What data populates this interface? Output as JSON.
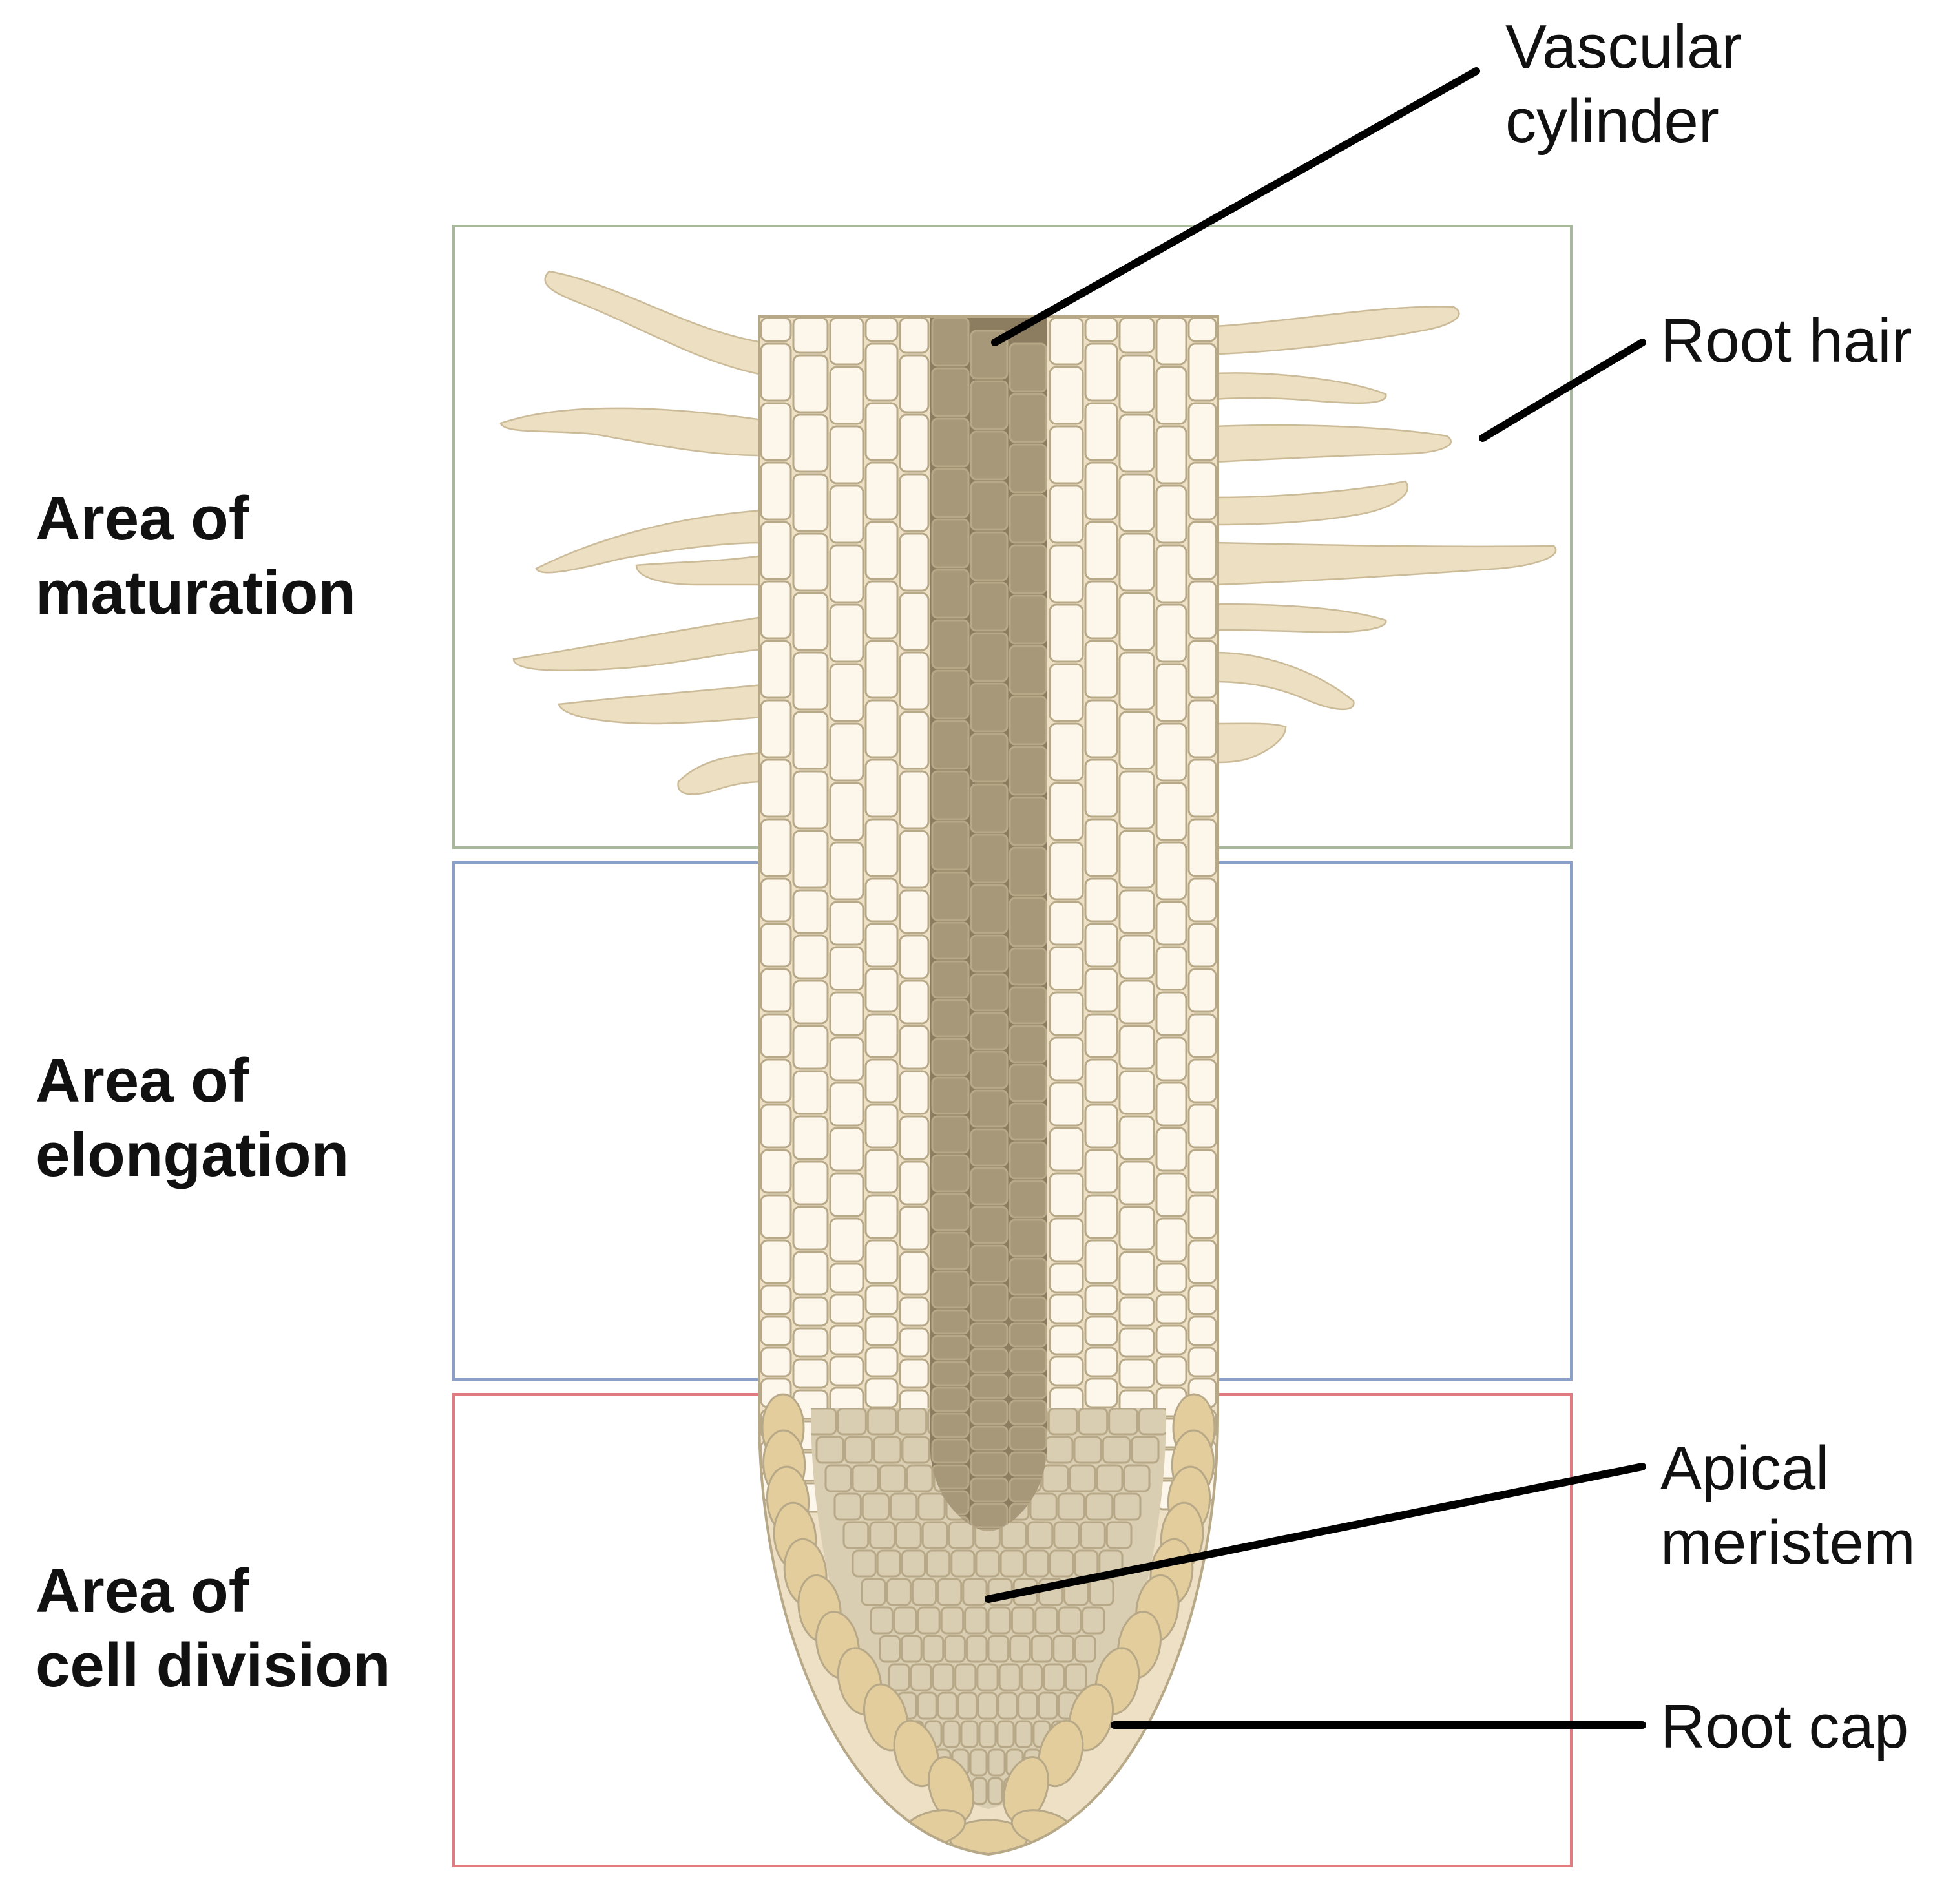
{
  "regions": {
    "maturation": {
      "line1": "Area of",
      "line2": "maturation",
      "box_color": "#a8b89a"
    },
    "elongation": {
      "line1": "Area of",
      "line2": "elongation",
      "box_color": "#8aa0c8"
    },
    "division": {
      "line1": "Area of",
      "line2": "cell division",
      "box_color": "#e27a82"
    }
  },
  "callouts": {
    "vascular_cylinder": {
      "line1": "Vascular",
      "line2": "cylinder"
    },
    "root_hair": {
      "line1": "Root hair"
    },
    "apical_meristem": {
      "line1": "Apical",
      "line2": "meristem"
    },
    "root_cap": {
      "line1": "Root cap"
    }
  },
  "colors": {
    "cortex_fill": "#fdf6ea",
    "cortex_stroke": "#b7a888",
    "epidermis_fill": "#ede0c4",
    "vascular_fill": "#a8987a",
    "vascular_dark": "#8c7c60",
    "hair_fill": "#ecdfc2",
    "meristem_fill": "#d9cdb2",
    "rootcap_fill": "#e3cd9c",
    "leader": "#000000"
  }
}
